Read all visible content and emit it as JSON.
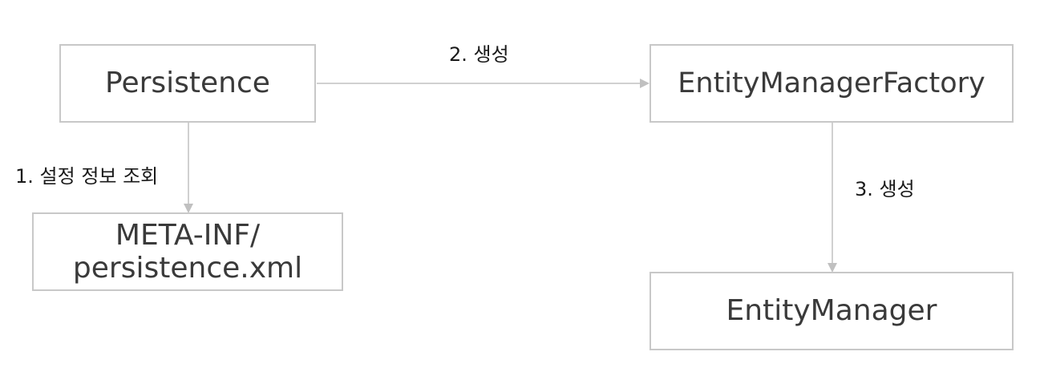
{
  "nodes": {
    "persistence": {
      "label": "Persistence"
    },
    "emf": {
      "label": "EntityManagerFactory"
    },
    "xml": {
      "line1": "META-INF/",
      "line2": "persistence.xml"
    },
    "em": {
      "label": "EntityManager"
    }
  },
  "edges": {
    "persistence_to_xml": {
      "label": "1. 설정 정보 조회"
    },
    "persistence_to_emf": {
      "label": "2. 생성"
    },
    "emf_to_em": {
      "label": "3. 생성"
    }
  },
  "colors": {
    "border": "#c8c8c8",
    "arrow": "#c0c0c0",
    "text": "#3a3a3a"
  }
}
